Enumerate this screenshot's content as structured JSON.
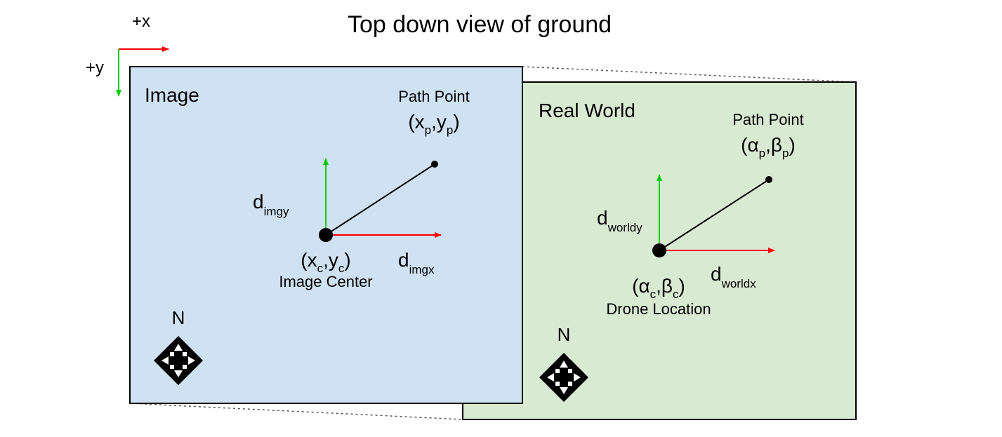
{
  "title": "Top down view of ground",
  "axes": {
    "x_label": "+x",
    "y_label": "+y"
  },
  "image_panel": {
    "label": "Image",
    "path_point_label": "Path Point",
    "path_point_coord": {
      "open": "(",
      "a": "x",
      "a_sub": "p",
      "sep": ",",
      "b": "y",
      "b_sub": "p",
      "close": ")"
    },
    "center_coord": {
      "open": "(",
      "a": "x",
      "a_sub": "c",
      "sep": ",",
      "b": "y",
      "b_sub": "c",
      "close": ")"
    },
    "center_label": "Image Center",
    "dy": {
      "base": "d",
      "sub": "imgy"
    },
    "dx": {
      "base": "d",
      "sub": "imgx"
    },
    "north_label": "N"
  },
  "world_panel": {
    "label": "Real World",
    "path_point_label": "Path Point",
    "path_point_coord": {
      "open": "(",
      "a": "α",
      "a_sub": "p",
      "sep": ",",
      "b": "β",
      "b_sub": "p",
      "close": ")"
    },
    "center_coord": {
      "open": "(",
      "a": "α",
      "a_sub": "c",
      "sep": ",",
      "b": "β",
      "b_sub": "c",
      "close": ")"
    },
    "center_label": "Drone Location",
    "dy": {
      "base": "d",
      "sub": "worldy"
    },
    "dx": {
      "base": "d",
      "sub": "worldx"
    },
    "north_label": "N"
  },
  "colors": {
    "image_fill": "#cfe2f3",
    "world_fill": "#d9ead3",
    "red_arrow": "#ff0000",
    "green_arrow": "#00cc00",
    "outline": "#000000",
    "dotted": "#555555"
  }
}
